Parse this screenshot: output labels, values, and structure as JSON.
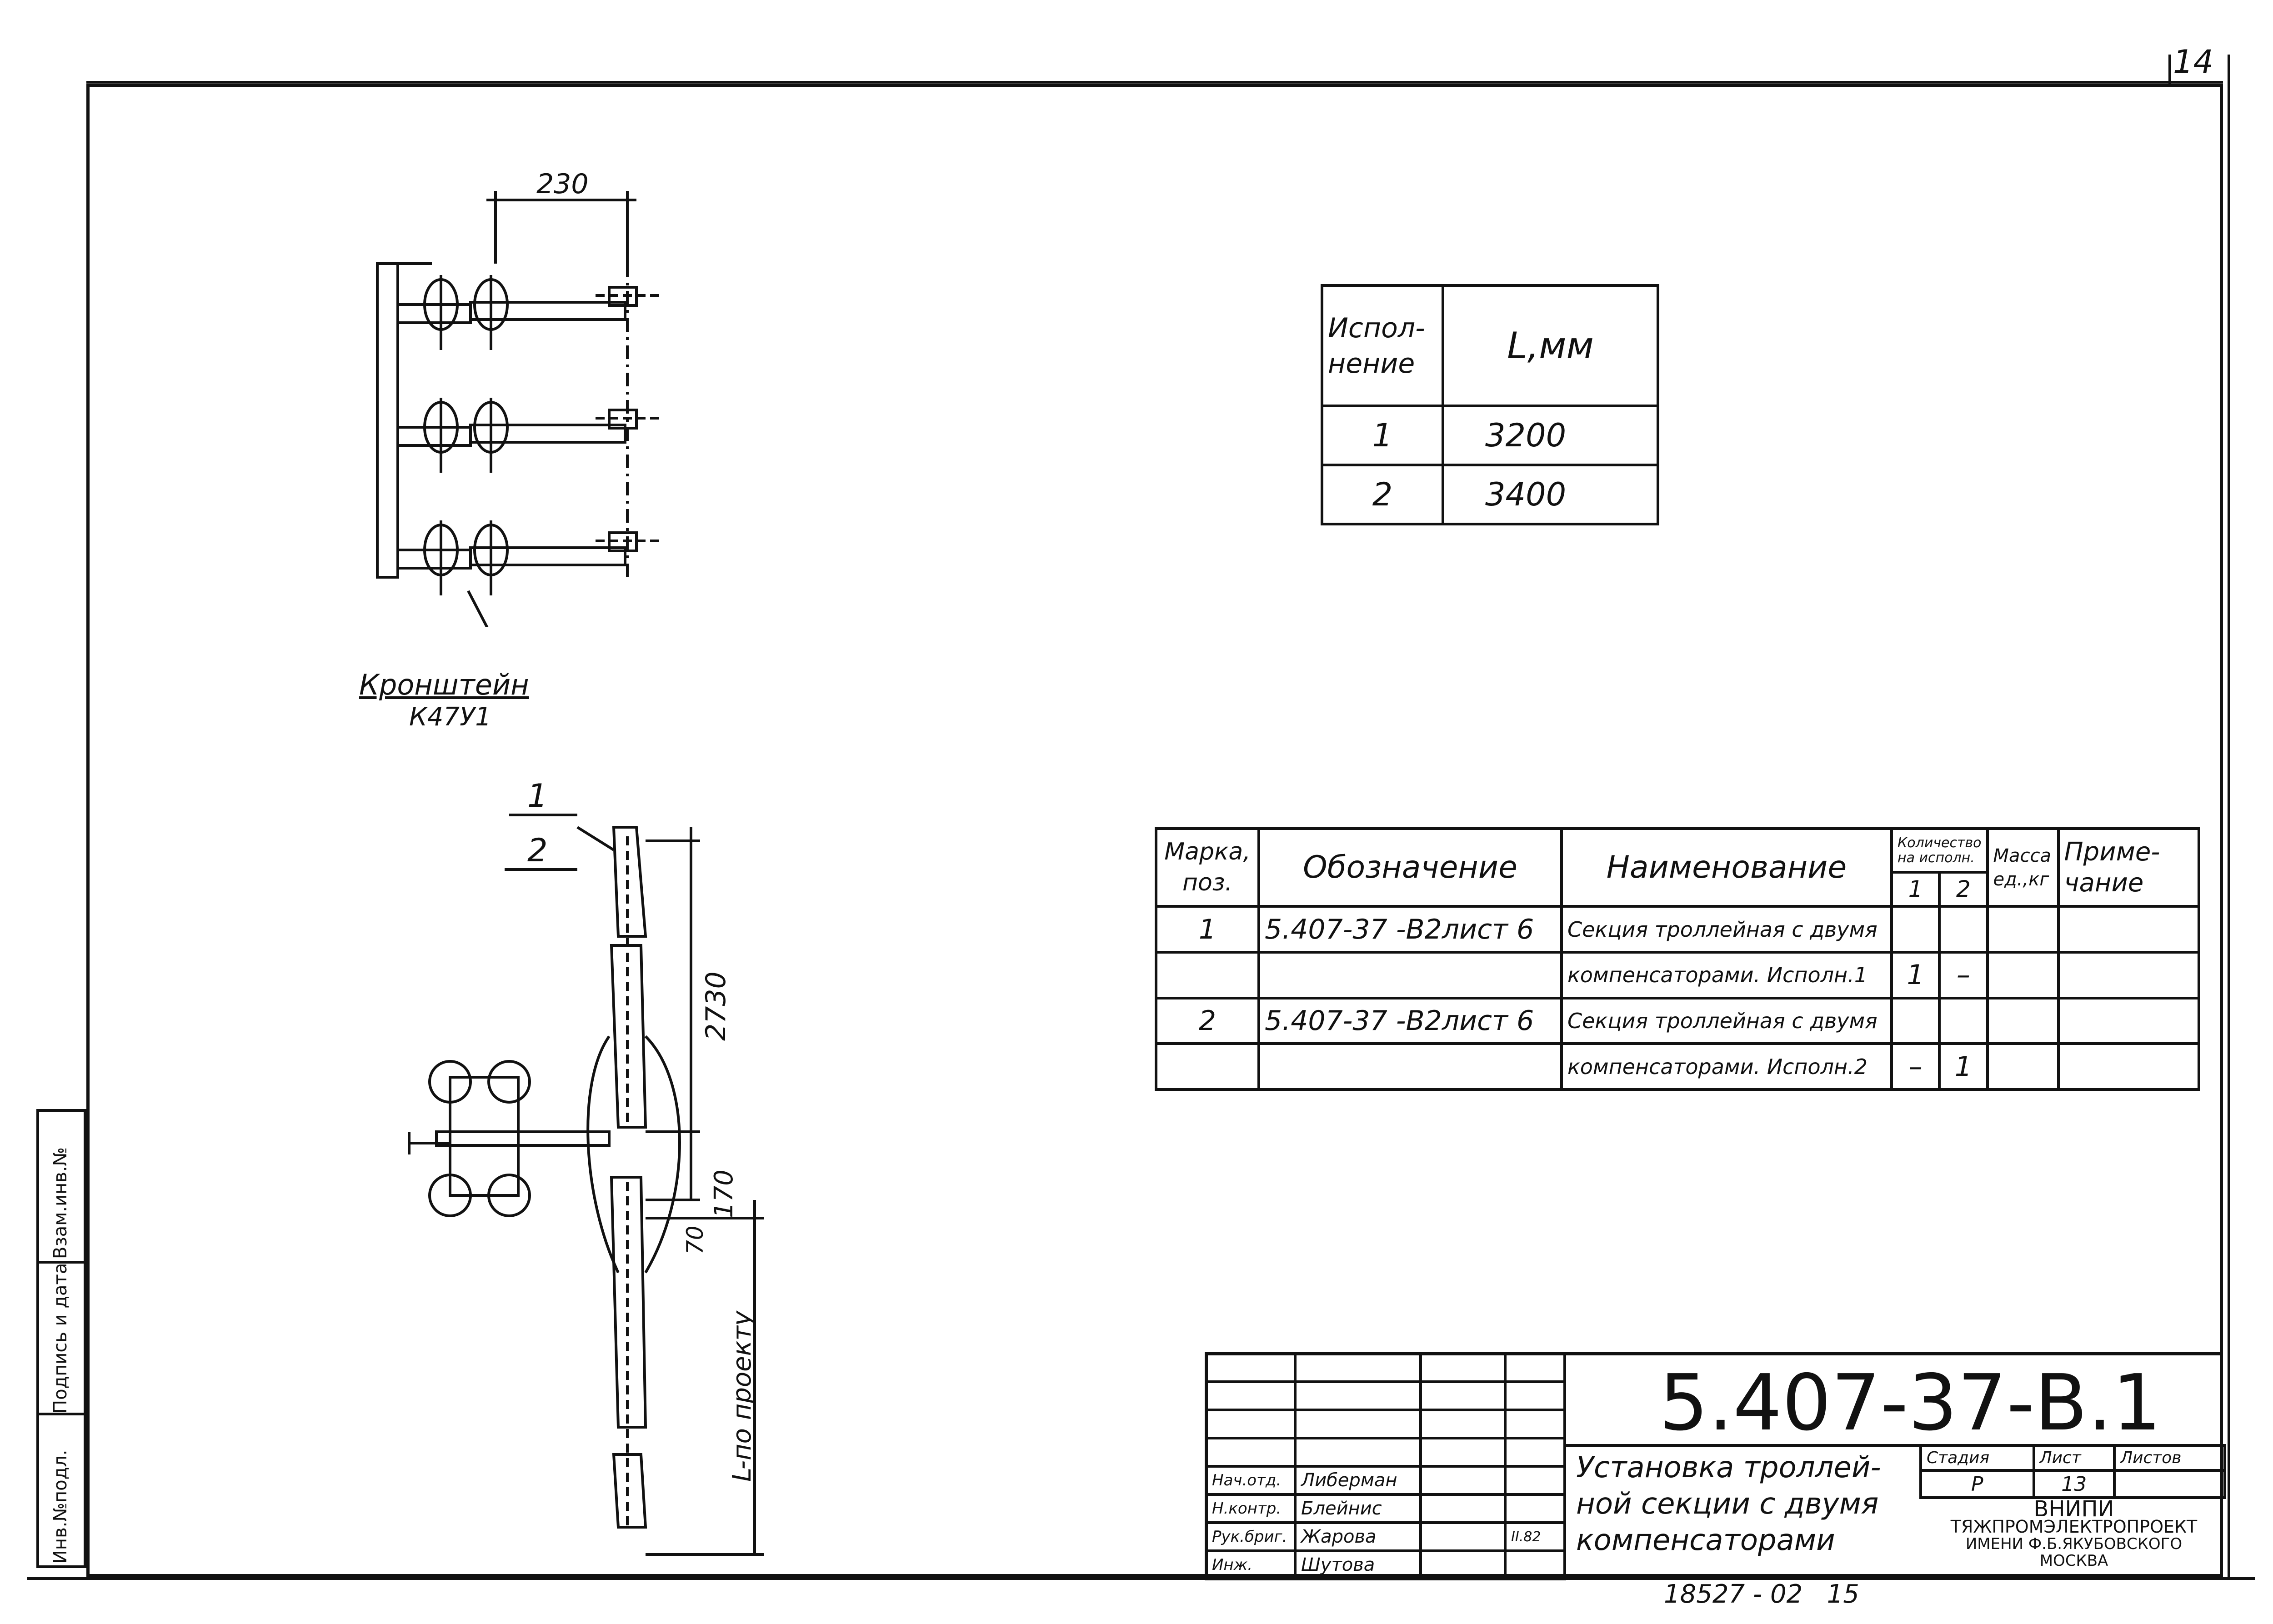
{
  "sheet_corner": "14",
  "bracket_label": {
    "line1": "Кронштейн",
    "line2": "К47У1"
  },
  "dimensions": {
    "top_width": "230",
    "length_2730": "2730",
    "gap_170": "170",
    "gap_70": "70",
    "L_note": "L-по проекту"
  },
  "callouts": {
    "one": "1",
    "two": "2"
  },
  "exec_table": {
    "header": {
      "col1": "Испол-\nнение",
      "col2": "L,мм"
    },
    "rows": [
      {
        "exec": "1",
        "L": "3200"
      },
      {
        "exec": "2",
        "L": "3400"
      }
    ]
  },
  "spec_table": {
    "headers": {
      "mark": "Марка,\nпоз.",
      "designation": "Обозначение",
      "name": "Наименование",
      "qty": "Количество на исполн.",
      "qty1": "1",
      "qty2": "2",
      "mass": "Масса\nед.,кг",
      "note": "Приме-\nчание"
    },
    "rows": [
      {
        "mark": "1",
        "designation": "5.407-37 -В2лист 6",
        "name": "Секция троллейная с двумя",
        "q1": "",
        "q2": "",
        "mass": "",
        "note": ""
      },
      {
        "mark": "",
        "designation": "",
        "name": "компенсаторами. Исполн.1",
        "q1": "1",
        "q2": "–",
        "mass": "",
        "note": ""
      },
      {
        "mark": "2",
        "designation": "5.407-37 -В2лист 6",
        "name": "Секция троллейная с двумя",
        "q1": "",
        "q2": "",
        "mass": "",
        "note": ""
      },
      {
        "mark": "",
        "designation": "",
        "name": "компенсаторами. Исполн.2",
        "q1": "–",
        "q2": "1",
        "mass": "",
        "note": ""
      }
    ]
  },
  "title_block": {
    "doc_code": "5.407-37-В.1",
    "title": "Установка троллейной секции с двумя компенсаторами",
    "title_lines": [
      "Установка троллей-",
      "ной секции с двумя",
      "компенсаторами"
    ],
    "stage_label": "Стадия",
    "sheet_label": "Лист",
    "sheets_label": "Листов",
    "stage": "Р",
    "sheet": "13",
    "sheets": "",
    "org_lines": [
      "ВНИПИ",
      "ТЯЖПРОМЭЛЕКТРОПРОЕКТ",
      "ИМЕНИ Ф.Б.ЯКУБОВСКОГО",
      "МОСКВА"
    ],
    "signers": [
      {
        "role": "Нач.отд.",
        "name": "Либерман",
        "date": ""
      },
      {
        "role": "Н.контр.",
        "name": "Блейнис",
        "date": ""
      },
      {
        "role": "Рук.бриг.",
        "name": "Жарова",
        "date": "II.82"
      },
      {
        "role": "Инж.",
        "name": "Шутова",
        "date": ""
      }
    ]
  },
  "side_stamp": {
    "inv_orig": "Инв.№подл.",
    "sign_date": "Подпись и дата",
    "repl_inv": "Взам.инв.№"
  },
  "bottom_stamp": "18527 - 02   15"
}
